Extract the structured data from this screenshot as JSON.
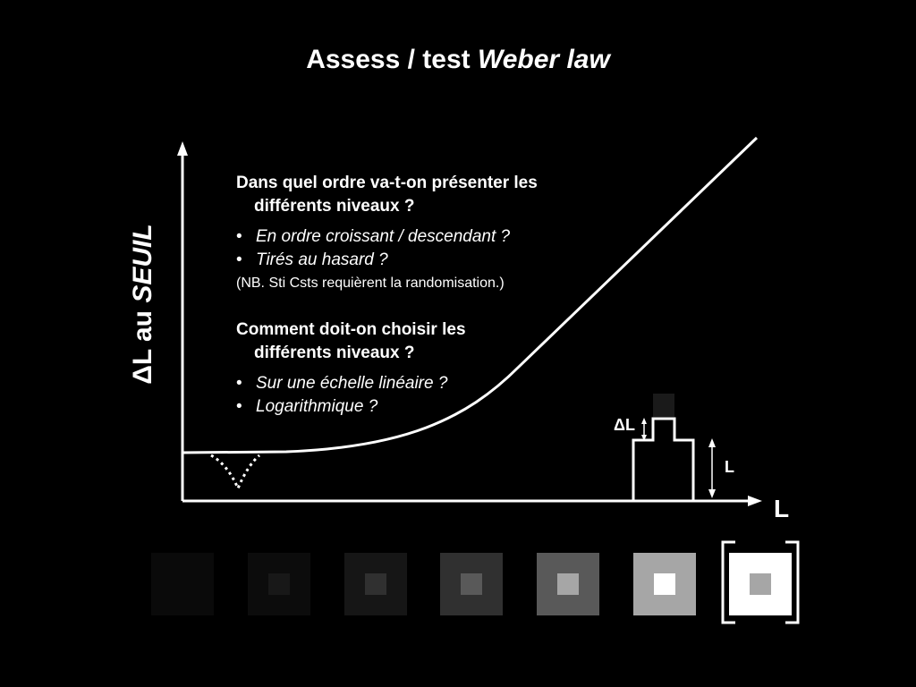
{
  "title": {
    "main": "Assess / test ",
    "italic": "Weber law"
  },
  "y_axis": {
    "prefix": "ΔL au ",
    "italic": "SEUIL"
  },
  "x_axis": {
    "label": "L"
  },
  "block1": {
    "question_line1": "Dans quel ordre va-t-on présenter les",
    "question_line2": "différents niveaux ?",
    "bullets": [
      "En ordre croissant / descendant ?",
      "Tirés au hasard ?"
    ],
    "note": "(NB. Sti Csts requièrent la randomisation.)"
  },
  "block2": {
    "question_line1": "Comment doit-on choisir les",
    "question_line2": "différents niveaux ?",
    "bullets": [
      "Sur une échelle linéaire ?",
      "Logarithmique ?"
    ]
  },
  "inset": {
    "delta_label": "ΔL",
    "level_label": "L"
  },
  "swatches": [
    {
      "outer": "#0a0a0a",
      "inner": "#0a0a0a"
    },
    {
      "outer": "#0c0c0c",
      "inner": "#181818"
    },
    {
      "outer": "#161616",
      "inner": "#303030"
    },
    {
      "outer": "#303030",
      "inner": "#595959"
    },
    {
      "outer": "#595959",
      "inner": "#a6a6a6"
    },
    {
      "outer": "#a6a6a6",
      "inner": "#ffffff"
    },
    {
      "outer": "#ffffff",
      "inner": "#a6a6a6"
    }
  ],
  "colors": {
    "background": "#000000",
    "foreground": "#ffffff"
  }
}
